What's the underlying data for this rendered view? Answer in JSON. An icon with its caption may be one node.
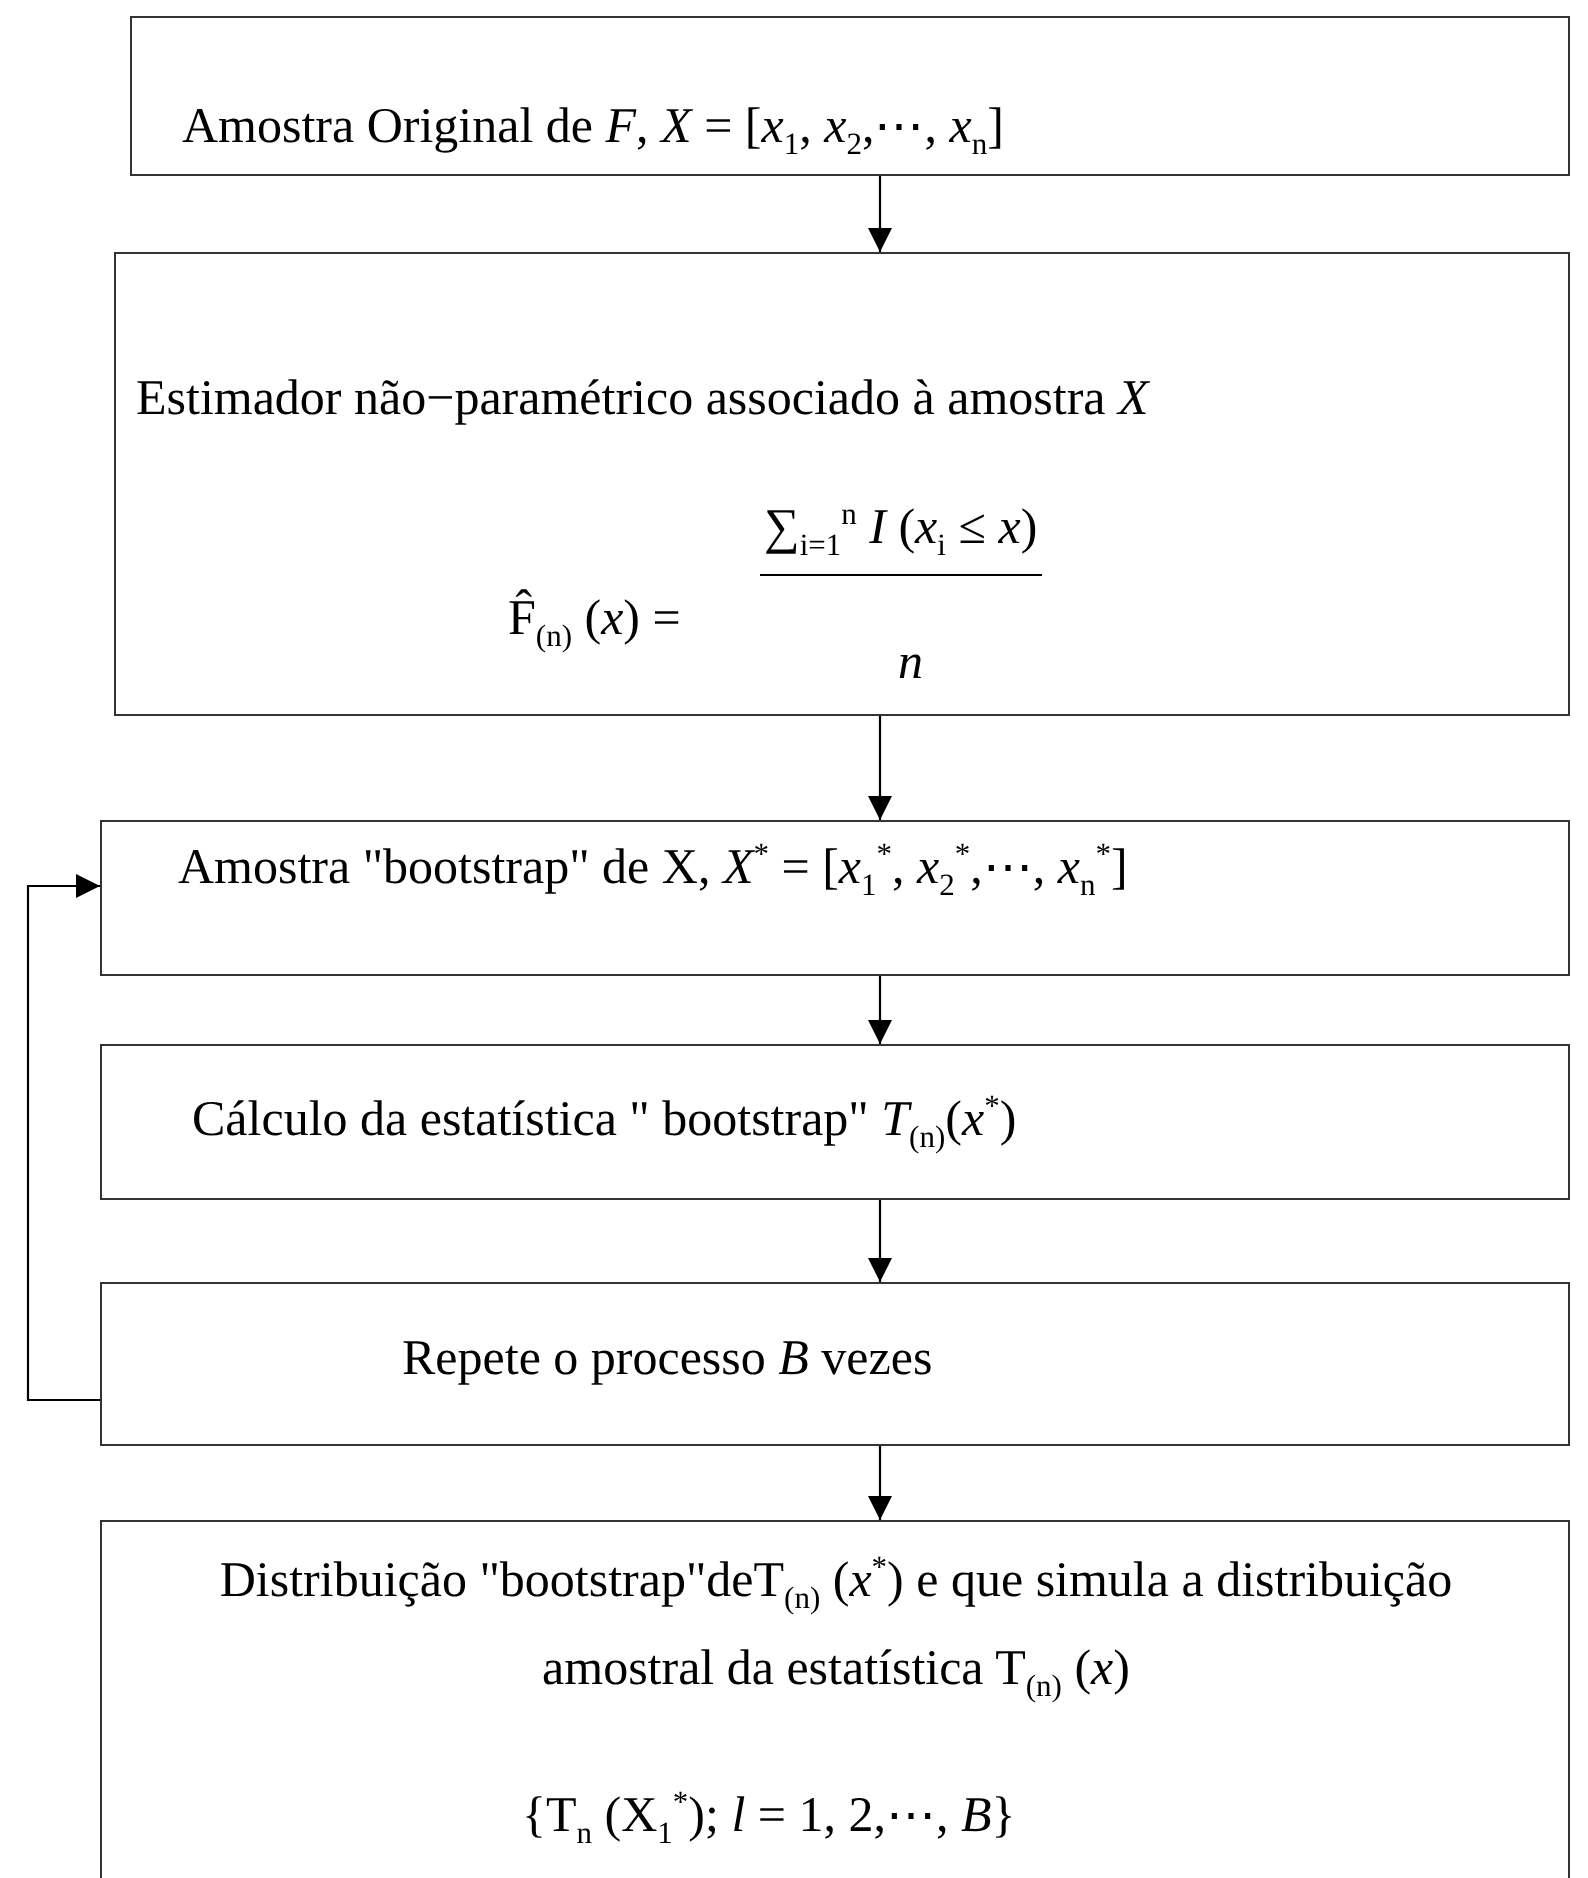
{
  "diagram": {
    "nodes": [
      {
        "text": [
          "Amostra Original de *F*,  *X* = [*x*$_{1}$,  *x*$_{2}$,⋯,  *x*$_{n}$]"
        ]
      },
      {
        "text": [
          "Estimador não−paramétrico associado à amostra *X*",
          "F̂$_{(n)}$ (*x*) =",
          "∑$_{i=1}$$^{n}$ *I* (*x*$_{i}$ ≤ *x*)",
          "*n*"
        ]
      },
      {
        "text": [
          "Amostra \"bootstrap\" de X, *X*$^{*}$ = [*x*$_{1}$$^{*}$,  *x*$_{2}$$^{*}$,⋯,  *x*$_{n}$$^{*}$]"
        ]
      },
      {
        "text": [
          "Cálculo da estatística \" bootstrap\"   *T*$_{(n)}$(*x*$^{*}$)"
        ]
      },
      {
        "text": [
          "Repete o processo *B* vezes"
        ]
      },
      {
        "text": [
          "Distribuição \"bootstrap\"deT$_{(n)}$ (*x*$^{*}$) e que simula a distribuição amostral da estatística T$_{(n)}$ (*x*)",
          "{T$_{n}$ (X$_{1}$$^{*}$); *l* = 1, 2,⋯, *B*}"
        ]
      }
    ],
    "edges": [
      {
        "from": 0,
        "to": 1,
        "arrow": "to"
      },
      {
        "from": 1,
        "to": 2,
        "arrow": "to"
      },
      {
        "from": 2,
        "to": 3,
        "arrow": "to"
      },
      {
        "from": 3,
        "to": 4,
        "arrow": "to"
      },
      {
        "from": 4,
        "to": 5,
        "arrow": "to"
      },
      {
        "from": 4,
        "to": 2,
        "arrow": "to"
      }
    ]
  }
}
